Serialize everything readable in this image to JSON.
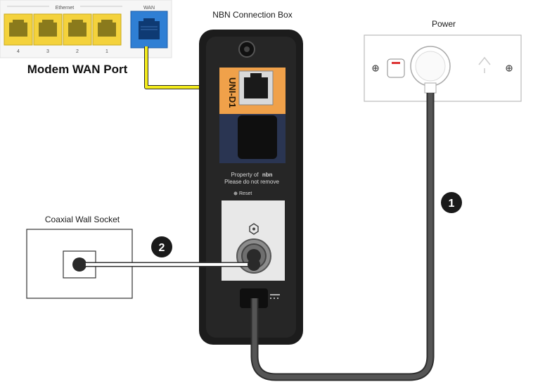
{
  "title_box": "NBN Connection Box",
  "power_label": "Power",
  "coax_label": "Coaxial Wall Socket",
  "modem": {
    "ethernet_label": "Ethernet",
    "wan_label": "WAN",
    "ports": [
      "4",
      "3",
      "2",
      "1"
    ],
    "caption": "Modem WAN Port"
  },
  "device": {
    "uni_label": "UNI-D1",
    "property_line1": "Property of",
    "property_brand": "nbn",
    "property_line2": "Please do not remove",
    "reset_label": "Reset"
  },
  "steps": [
    "1",
    "2"
  ],
  "colors": {
    "ethernet_port": "#f4d23c",
    "wan_port": "#2f7fd4",
    "uni_panel": "#f0a14a",
    "cable_yellow": "#f2ea1c",
    "power_cable": "#4a4a4a",
    "device_body": "#1c1c1c"
  }
}
